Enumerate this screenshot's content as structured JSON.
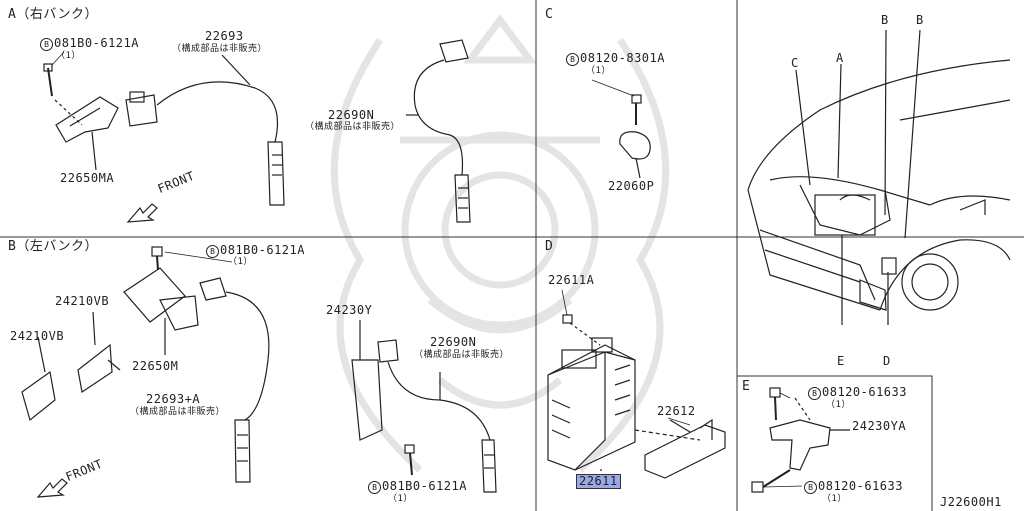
{
  "sections": {
    "A": {
      "title": "A（右バンク）"
    },
    "B": {
      "title": "B（左バンク）"
    },
    "C": {
      "title": "C"
    },
    "D": {
      "title": "D"
    },
    "E": {
      "title": "E"
    }
  },
  "bolt_symbol": "B",
  "not_sold_note": "（構成部品は非販売）",
  "parts": {
    "a_bolt": {
      "number": "081B0-6121A",
      "qty": "（1）"
    },
    "a_sensor": {
      "number": "22693"
    },
    "a_sensor_n": {
      "number": "22690N"
    },
    "a_bracket": {
      "number": "22650MA"
    },
    "c_bolt": {
      "number": "08120-8301A",
      "qty": "（1）"
    },
    "c_sensor": {
      "number": "22060P"
    },
    "b_bolt": {
      "number": "081B0-6121A",
      "qty": "（1）"
    },
    "b_bracket1": {
      "number": "24210VB"
    },
    "b_bracket2": {
      "number": "24210VB"
    },
    "b_bracket_m": {
      "number": "22650M"
    },
    "b_sensor": {
      "number": "22693+A"
    },
    "b_harness_bracket": {
      "number": "24230Y"
    },
    "b_sensor_n": {
      "number": "22690N"
    },
    "b_bolt2": {
      "number": "081B0-6121A",
      "qty": "（1）"
    },
    "d_bolt": {
      "number": "22611A"
    },
    "d_bracket": {
      "number": "22612"
    },
    "d_ecm": {
      "number": "22611"
    },
    "e_bolt1": {
      "number": "08120-61633",
      "qty": "（1）"
    },
    "e_bracket": {
      "number": "24230YA"
    },
    "e_bolt2": {
      "number": "08120-61633",
      "qty": "（1）"
    }
  },
  "front_label": "FRONT",
  "car_callouts": [
    "C",
    "A",
    "B",
    "B",
    "E",
    "D"
  ],
  "diagram_code": "J22600H1",
  "colors": {
    "line": "#222222",
    "highlight": "#9aa8e6",
    "watermark": "#e6e6e6"
  }
}
